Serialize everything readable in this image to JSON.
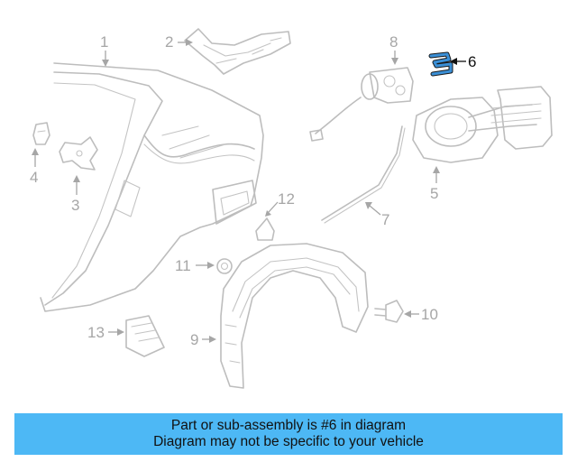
{
  "diagram": {
    "callouts": [
      "1",
      "2",
      "3",
      "4",
      "5",
      "6",
      "7",
      "8",
      "9",
      "10",
      "11",
      "12",
      "13"
    ],
    "highlighted_part": "6",
    "colors": {
      "part_line": "#bdbdbd",
      "callout_text": "#a6a6a6",
      "highlight_part": "#3a8fd6",
      "highlight_text": "#111111"
    }
  },
  "banner": {
    "line1": "Part or sub-assembly is #6 in diagram",
    "line2": "Diagram may not be specific to your vehicle",
    "background": "#4db8f5"
  }
}
